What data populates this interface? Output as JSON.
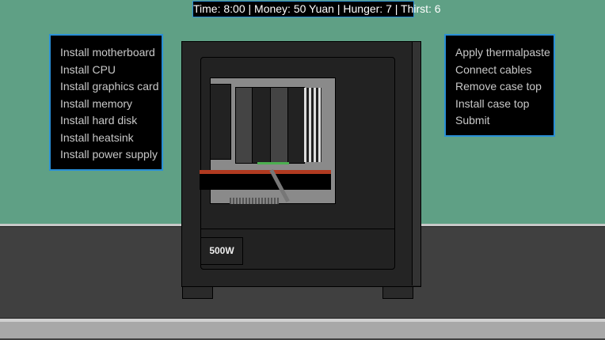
{
  "hud": {
    "text": "Time: 8:00 | Money: 50 Yuan | Hunger: 7 | Thirst: 6"
  },
  "left_menu": {
    "items": [
      "Install motherboard",
      "Install CPU",
      "Install graphics card",
      "Install memory",
      "Install hard disk",
      "Install heatsink",
      "Install power supply"
    ]
  },
  "right_menu": {
    "items": [
      "Apply thermalpaste",
      "Connect cables",
      "Remove case top",
      "Install case top",
      "Submit"
    ]
  },
  "pc_case": {
    "psu_label": "500W"
  },
  "colors": {
    "background": "#5fa085",
    "menu_border": "#2a8fd6",
    "gpu_accent": "#b03a20"
  }
}
